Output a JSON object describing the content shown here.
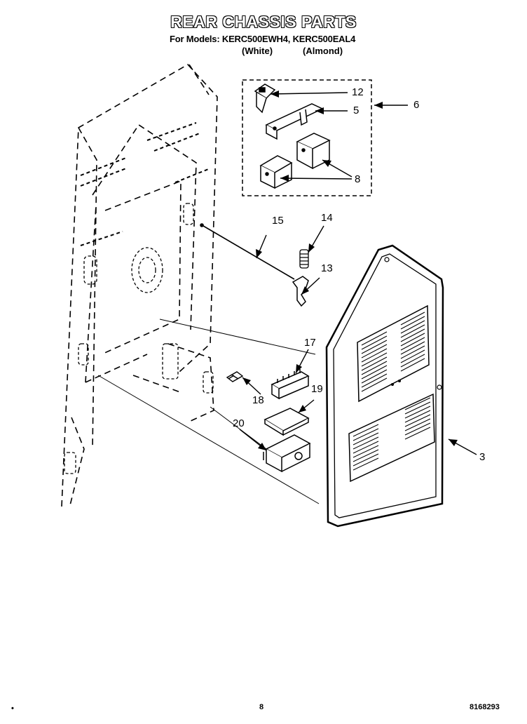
{
  "header": {
    "title": "REAR CHASSIS PARTS",
    "models_line": "For Models: KERC500EWH4, KERC500EAL4",
    "color_white": "(White)",
    "color_almond": "(Almond)"
  },
  "callouts": {
    "c12": "12",
    "c5": "5",
    "c6": "6",
    "c8": "8",
    "c15": "15",
    "c14": "14",
    "c13": "13",
    "c17": "17",
    "c18": "18",
    "c19": "19",
    "c20": "20",
    "c3": "3"
  },
  "footer": {
    "page_number": "8",
    "doc_number": "8168293",
    "dot": "•"
  }
}
